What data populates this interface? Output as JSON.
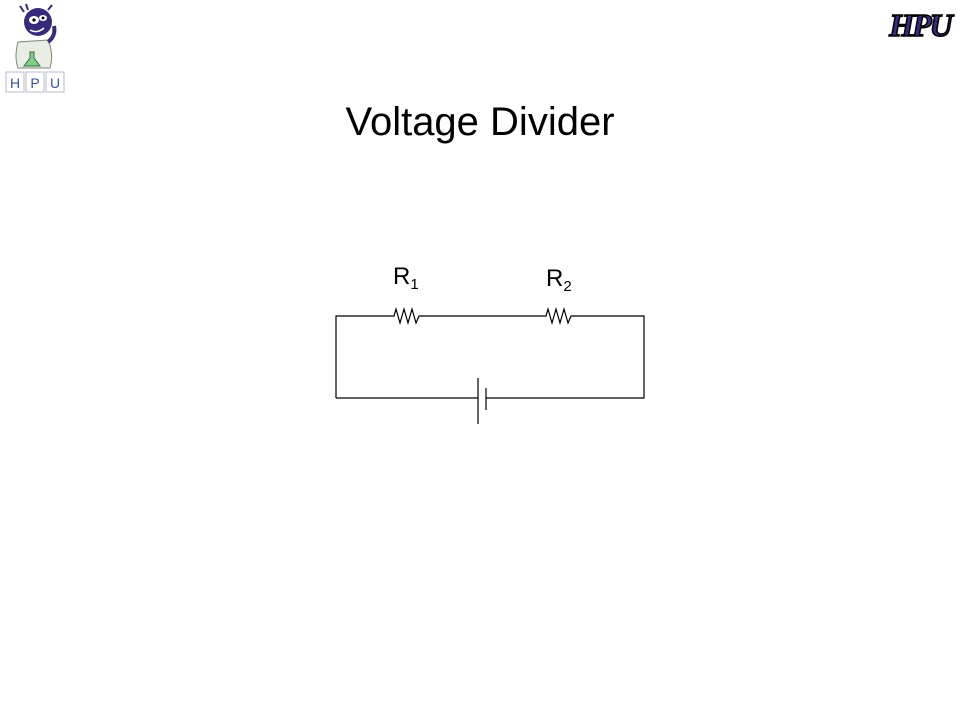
{
  "slide": {
    "title": "Voltage Divider"
  },
  "logos": {
    "left": {
      "letters": [
        "H",
        "P",
        "U"
      ],
      "icon": "mascot-icon"
    },
    "right": {
      "text": "HPU",
      "icon": "hpu-wordmark-icon"
    }
  },
  "circuit": {
    "components": [
      {
        "type": "resistor",
        "label": "R",
        "subscript": "1"
      },
      {
        "type": "resistor",
        "label": "R",
        "subscript": "2"
      },
      {
        "type": "battery"
      }
    ]
  },
  "colors": {
    "brand_purple": "#3a2a7a",
    "wire": "#000000",
    "background": "#ffffff"
  }
}
